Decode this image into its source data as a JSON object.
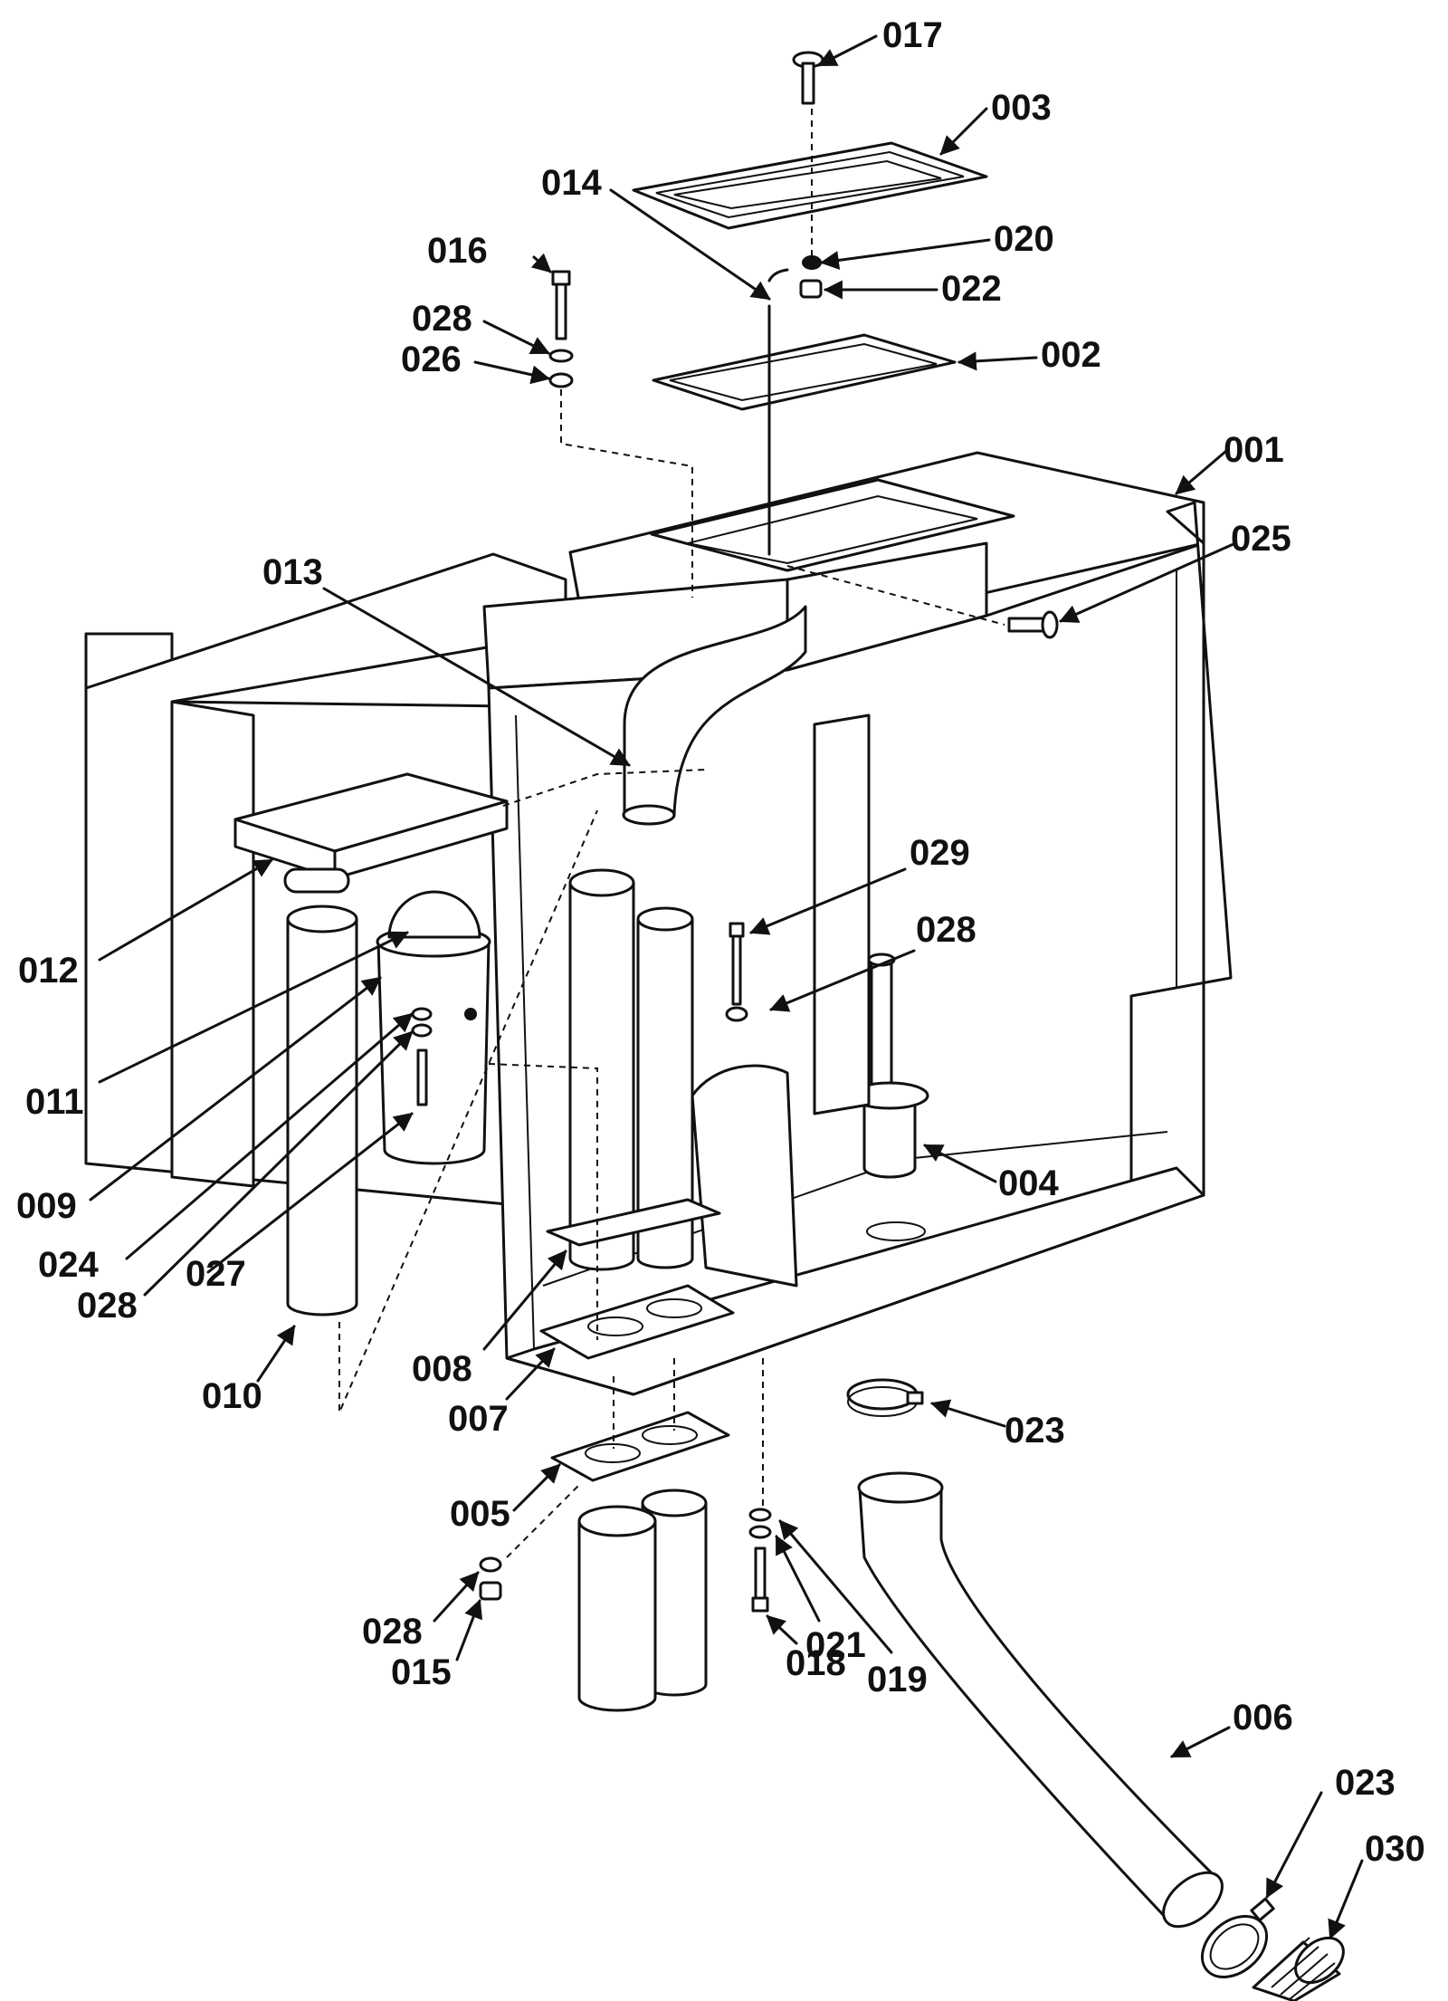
{
  "labels": {
    "l001": "001",
    "l002": "002",
    "l003": "003",
    "l004": "004",
    "l005": "005",
    "l006": "006",
    "l007": "007",
    "l008": "008",
    "l009": "009",
    "l010": "010",
    "l011": "011",
    "l012": "012",
    "l013": "013",
    "l014": "014",
    "l015": "015",
    "l016": "016",
    "l017": "017",
    "l018": "018",
    "l019": "019",
    "l020": "020",
    "l021": "021",
    "l022": "022",
    "l023a": "023",
    "l023b": "023",
    "l024": "024",
    "l025": "025",
    "l026": "026",
    "l027": "027",
    "l028a": "028",
    "l028b": "028",
    "l028c": "028",
    "l028d": "028",
    "l029": "029",
    "l030": "030"
  },
  "colors": {
    "ink": "#111111",
    "paper": "#ffffff"
  }
}
